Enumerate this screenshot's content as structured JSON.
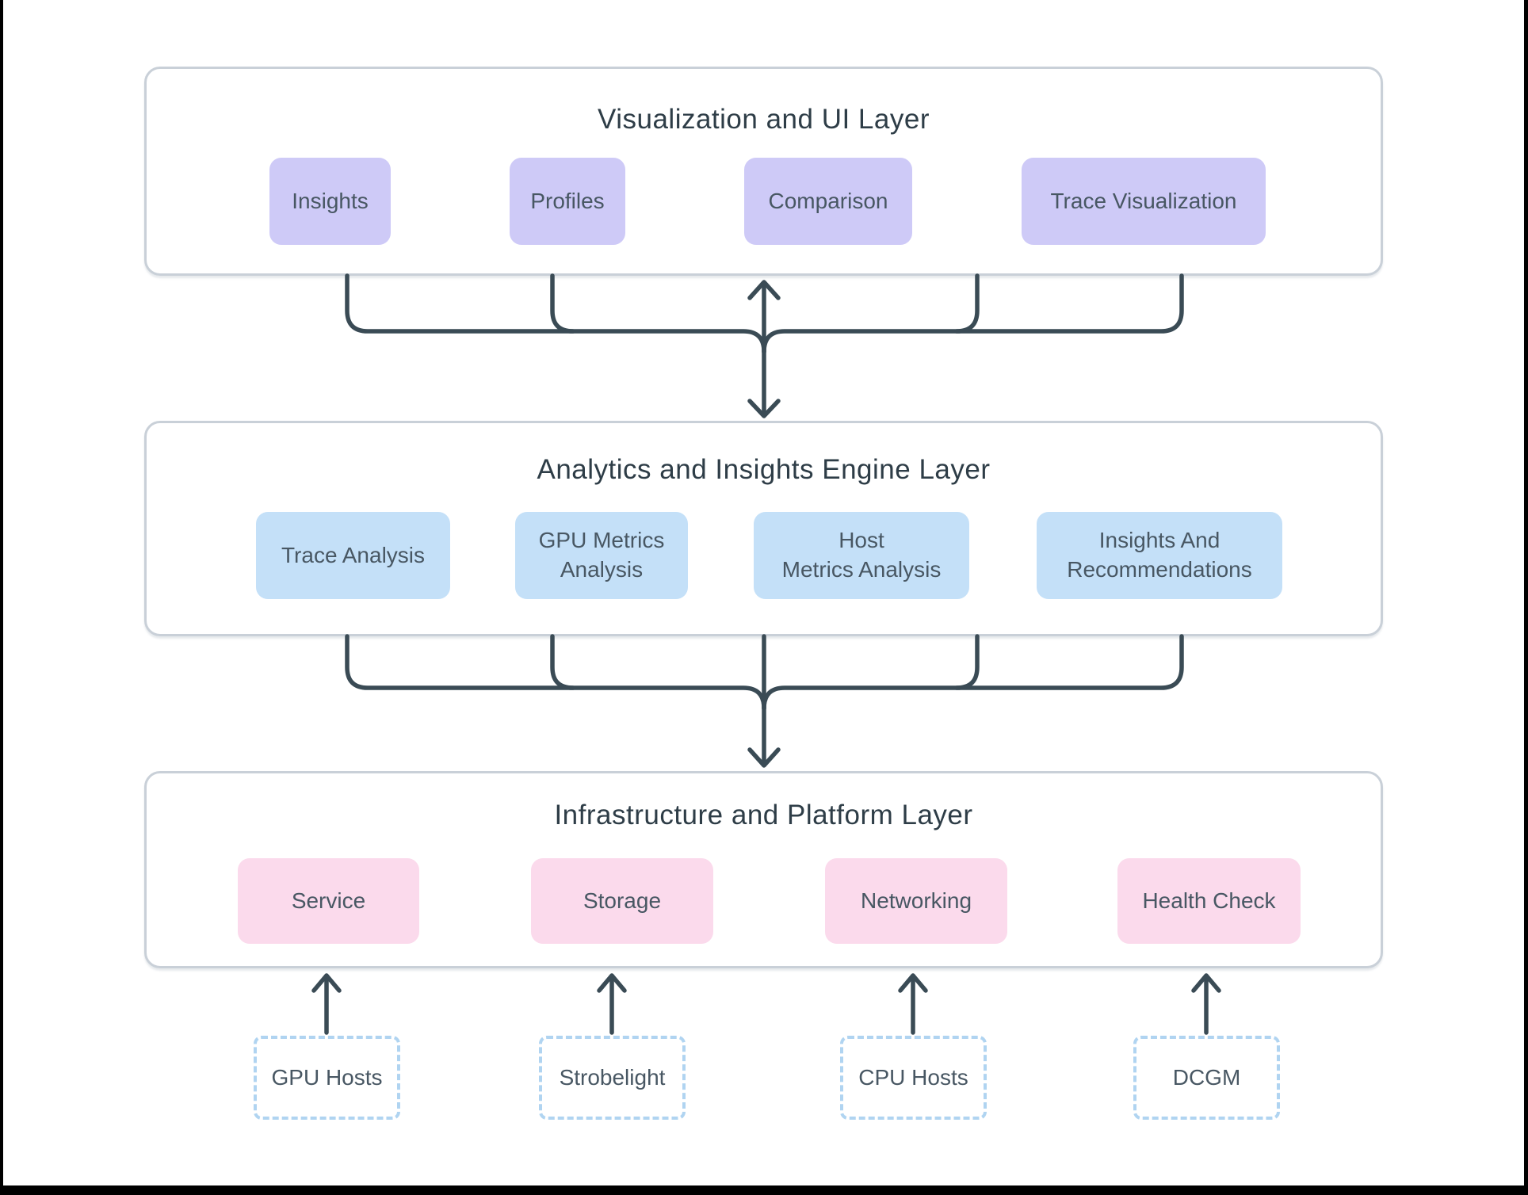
{
  "layers": [
    {
      "title": "Visualization and UI Layer",
      "nodes": [
        {
          "lines": [
            "Insights"
          ]
        },
        {
          "lines": [
            "Profiles"
          ]
        },
        {
          "lines": [
            "Comparison"
          ]
        },
        {
          "lines": [
            "Trace Visualization"
          ]
        }
      ]
    },
    {
      "title": "Analytics and Insights Engine Layer",
      "nodes": [
        {
          "lines": [
            "Trace Analysis"
          ]
        },
        {
          "lines": [
            "GPU Metrics",
            "Analysis"
          ]
        },
        {
          "lines": [
            "Host",
            "Metrics Analysis"
          ]
        },
        {
          "lines": [
            "Insights And",
            "Recommendations"
          ]
        }
      ]
    },
    {
      "title": "Infrastructure and Platform Layer",
      "nodes": [
        {
          "lines": [
            "Service"
          ]
        },
        {
          "lines": [
            "Storage"
          ]
        },
        {
          "lines": [
            "Networking"
          ]
        },
        {
          "lines": [
            "Health Check"
          ]
        }
      ]
    }
  ],
  "sources": [
    {
      "lines": [
        "GPU Hosts"
      ]
    },
    {
      "lines": [
        "Strobelight"
      ]
    },
    {
      "lines": [
        "CPU Hosts"
      ]
    },
    {
      "lines": [
        "DCGM"
      ]
    }
  ],
  "colors": {
    "node_fill_layer_0": "#cecaf7",
    "node_fill_layer_1": "#c4e0f8",
    "node_fill_layer_2": "#fbdaec",
    "source_border": "#b0d4f1",
    "container_border": "#c9d0d8",
    "connector": "#3a4b55",
    "title_text": "#2e3d47",
    "label_text": "#485763",
    "frame": "#000000",
    "background": "#ffffff"
  }
}
